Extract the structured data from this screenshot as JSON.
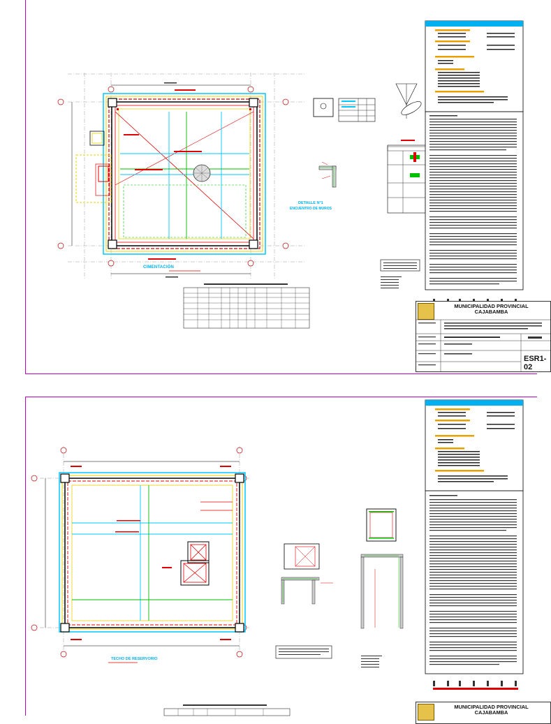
{
  "sheet1": {
    "plan_title": "CIMENTACIÓN",
    "detail_title_line1": "DETALLE N°1",
    "detail_title_line2": "ENCUENTRO DE MUROS",
    "title_block": {
      "entity_line1": "MUNICIPALIDAD PROVINCIAL",
      "entity_line2": "CAJABAMBA",
      "sheet_code": "ESR1-02"
    }
  },
  "sheet2": {
    "plan_title": "TECHO DE RESERVORIO",
    "title_block": {
      "entity_line1": "MUNICIPALIDAD PROVINCIAL",
      "entity_line2": "CAJABAMBA"
    }
  },
  "colors": {
    "border": "#c000c0",
    "cyan": "#00c8ff",
    "red": "#e00000",
    "yellow": "#e8d000",
    "green": "#00c000",
    "specs_header": "#00b0f0"
  }
}
